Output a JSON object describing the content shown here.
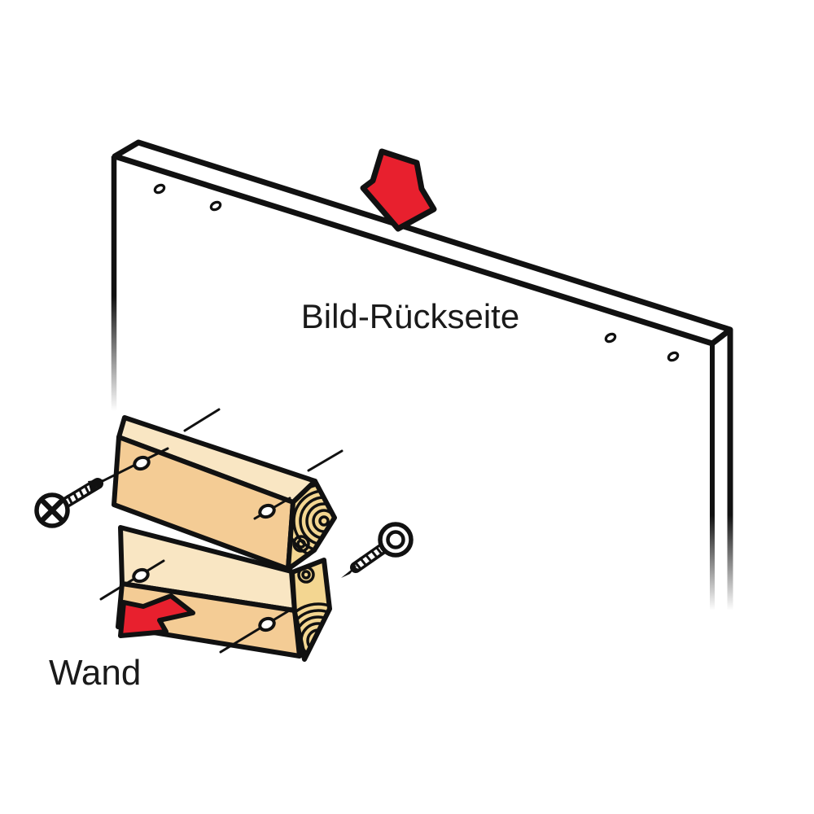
{
  "page": {
    "background": "#ffffff"
  },
  "diagram": {
    "labels": {
      "picture_back": "Bild-Rückseite",
      "wall": "Wand"
    },
    "colors": {
      "outline": "#111111",
      "arrow_red": "#E8202E",
      "wood_front": "#F4CC95",
      "wood_top": "#F9E6C3",
      "wood_end": "#F3D691",
      "label_text": "#1a1a1a",
      "page_bg": "#ffffff"
    },
    "parts": {
      "picture_back_panel": {
        "hole_count": 4
      },
      "cleat_blocks": {
        "count": 2,
        "hole_count": 4
      },
      "screws": {
        "count": 2
      },
      "arrows": [
        {
          "name": "press-down-arrow",
          "direction": "down"
        },
        {
          "name": "toward-wall-arrow",
          "direction": "down-left"
        }
      ]
    }
  }
}
